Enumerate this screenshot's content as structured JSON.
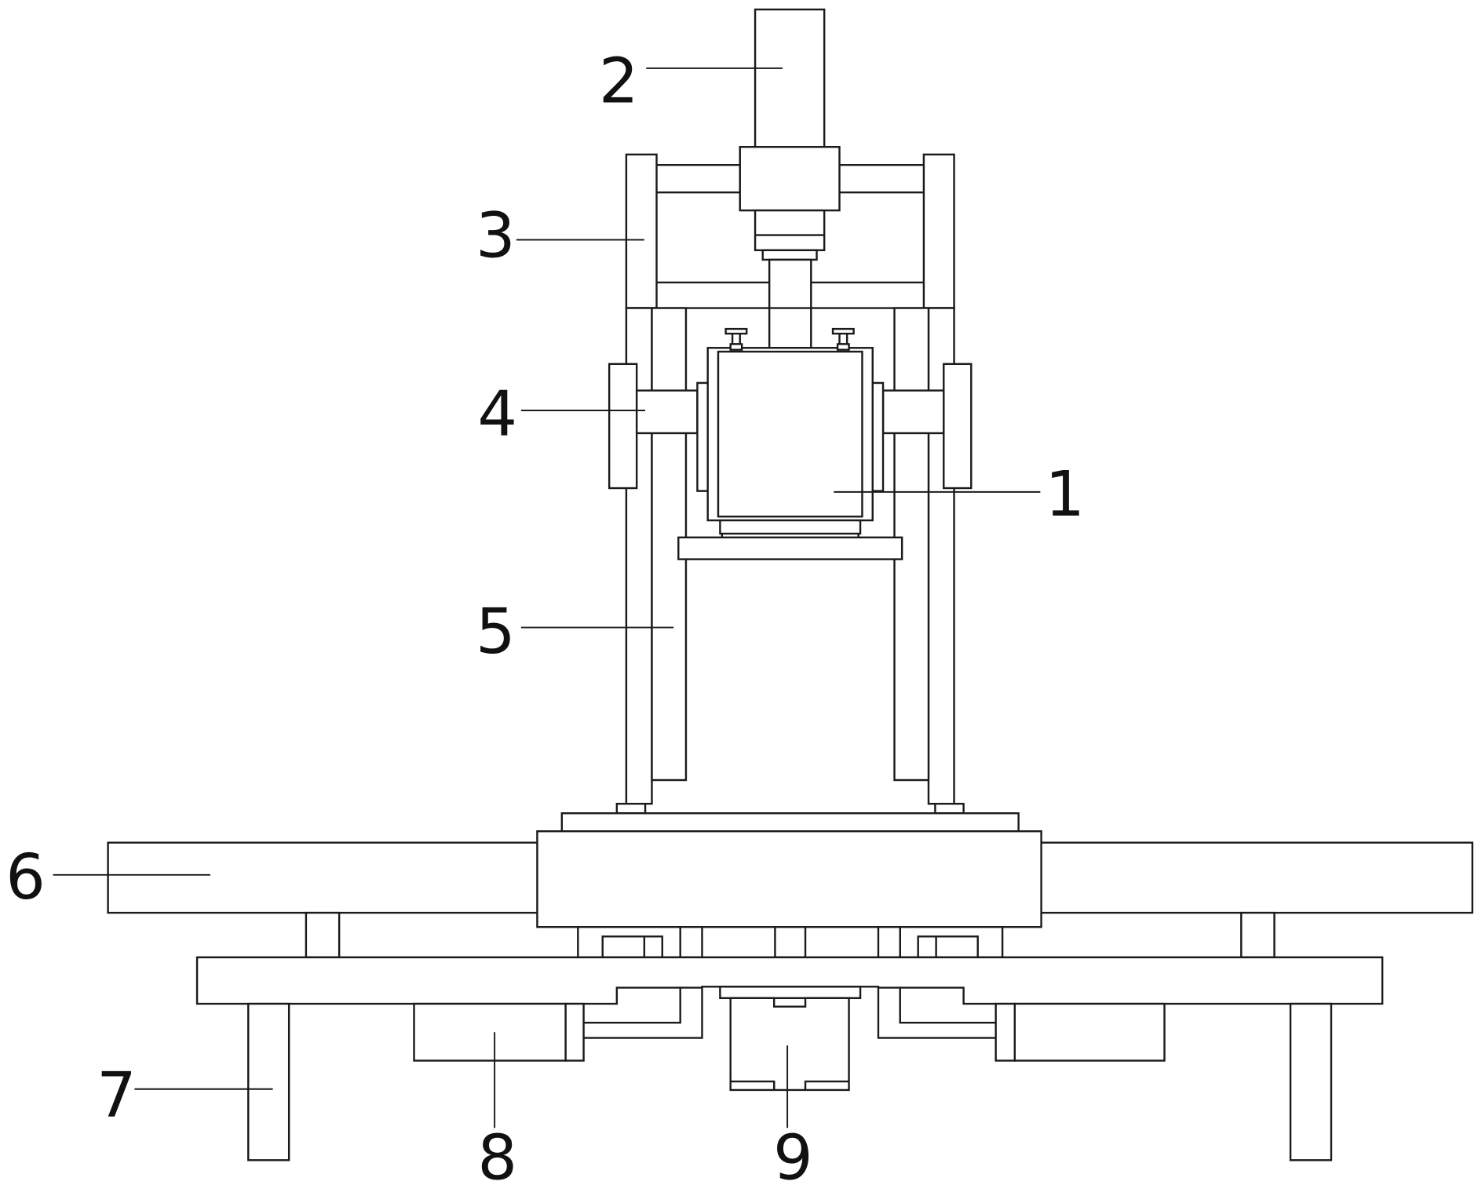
{
  "callouts": [
    {
      "id": "1",
      "label": "1"
    },
    {
      "id": "2",
      "label": "2"
    },
    {
      "id": "3",
      "label": "3"
    },
    {
      "id": "4",
      "label": "4"
    },
    {
      "id": "5",
      "label": "5"
    },
    {
      "id": "6",
      "label": "6"
    },
    {
      "id": "7",
      "label": "7"
    },
    {
      "id": "8",
      "label": "8"
    },
    {
      "id": "9",
      "label": "9"
    }
  ],
  "colors": {
    "stroke": "#1a1a1a",
    "background": "#ffffff"
  }
}
